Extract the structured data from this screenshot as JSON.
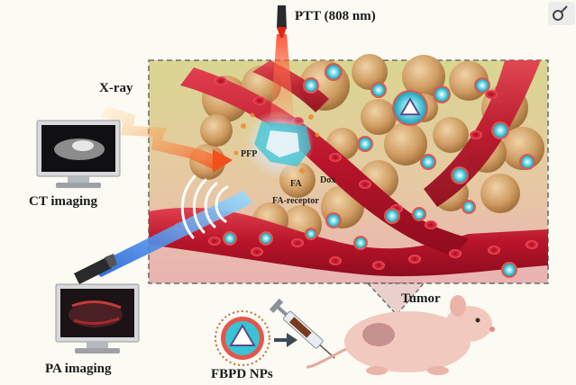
{
  "labels": {
    "ptt": "PTT (808 nm)",
    "xray": "X-ray",
    "ct_imaging": "CT imaging",
    "pa_imaging": "PA imaging",
    "tumor": "Tumor",
    "fbpd": "FBPD NPs",
    "pfp": "PFP",
    "fa": "FA",
    "dox": "Dox",
    "fa_receptor": "FA-receptor"
  },
  "colors": {
    "vessel": "#c0182c",
    "tumor_cell": "#d2a46f",
    "nanoparticle": "#3fc3d6",
    "box_top": "#d8d58a",
    "box_bottom": "#e8b0ae",
    "xray_beam": "#f47a22",
    "laser_beam": "#2d8cf5"
  },
  "icons": [
    "settings-icon",
    "ptt-laser-icon",
    "ct-monitor-icon",
    "pa-monitor-icon",
    "pa-laser-icon",
    "syringe-icon",
    "mouse-icon",
    "nanoparticle-icon"
  ]
}
